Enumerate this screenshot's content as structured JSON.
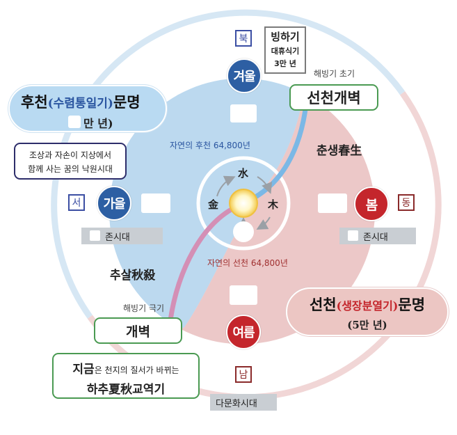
{
  "seasons": {
    "winter": {
      "label": "겨울",
      "color": "#2d5fa3"
    },
    "autumn": {
      "label": "가을",
      "color": "#2d5fa3"
    },
    "spring": {
      "label": "봄",
      "color": "#c4262c"
    },
    "summer": {
      "label": "여름",
      "color": "#c4262c"
    }
  },
  "directions": {
    "north": "북",
    "west": "서",
    "east": "동",
    "south": "남"
  },
  "north_note": {
    "line1": "빙하기",
    "line2": "대휴식기",
    "line3": "3만 년"
  },
  "era_bars": {
    "left": "존시대",
    "right": "존시대",
    "bottom": "다문화시대"
  },
  "houcheon": {
    "main": "후천",
    "paren": "(수렴통일기)",
    "suffix": "문명",
    "years": "만 년)"
  },
  "paradise": {
    "line1": "조상과 자손이 지상에서",
    "line2": "함께 사는 꿈의 낙원시대"
  },
  "ice_early": "해빙기 초기",
  "seoncheon_opening": "선천개벽",
  "spring_motto": "춘생春生",
  "autumn_motto": "추살秋殺",
  "nature_later": "자연의 후천 64,800년",
  "nature_earlier": "자연의 선천 64,800년",
  "elements": {
    "water": "水",
    "metal": "金",
    "wood": "木"
  },
  "ice_peak": "해빙기 극기",
  "gaebyeok": "개벽",
  "now_box": {
    "bold": "지금",
    "rest": "은 천지의 질서가 바뀌는",
    "line2": "하추夏秋교역기"
  },
  "seoncheon": {
    "main": "선천",
    "paren": "(생장분열기)",
    "suffix": "문명",
    "years": "(5만 년)"
  },
  "colors": {
    "blue_zone": "#bcd9ef",
    "red_zone": "#ecc8c8",
    "blue_ring": "#d6e7f4",
    "red_ring": "#f1d6d6",
    "green_border": "#4a9a52",
    "pink_path": "#d48fb5",
    "blue_path": "#7bb8e6"
  }
}
